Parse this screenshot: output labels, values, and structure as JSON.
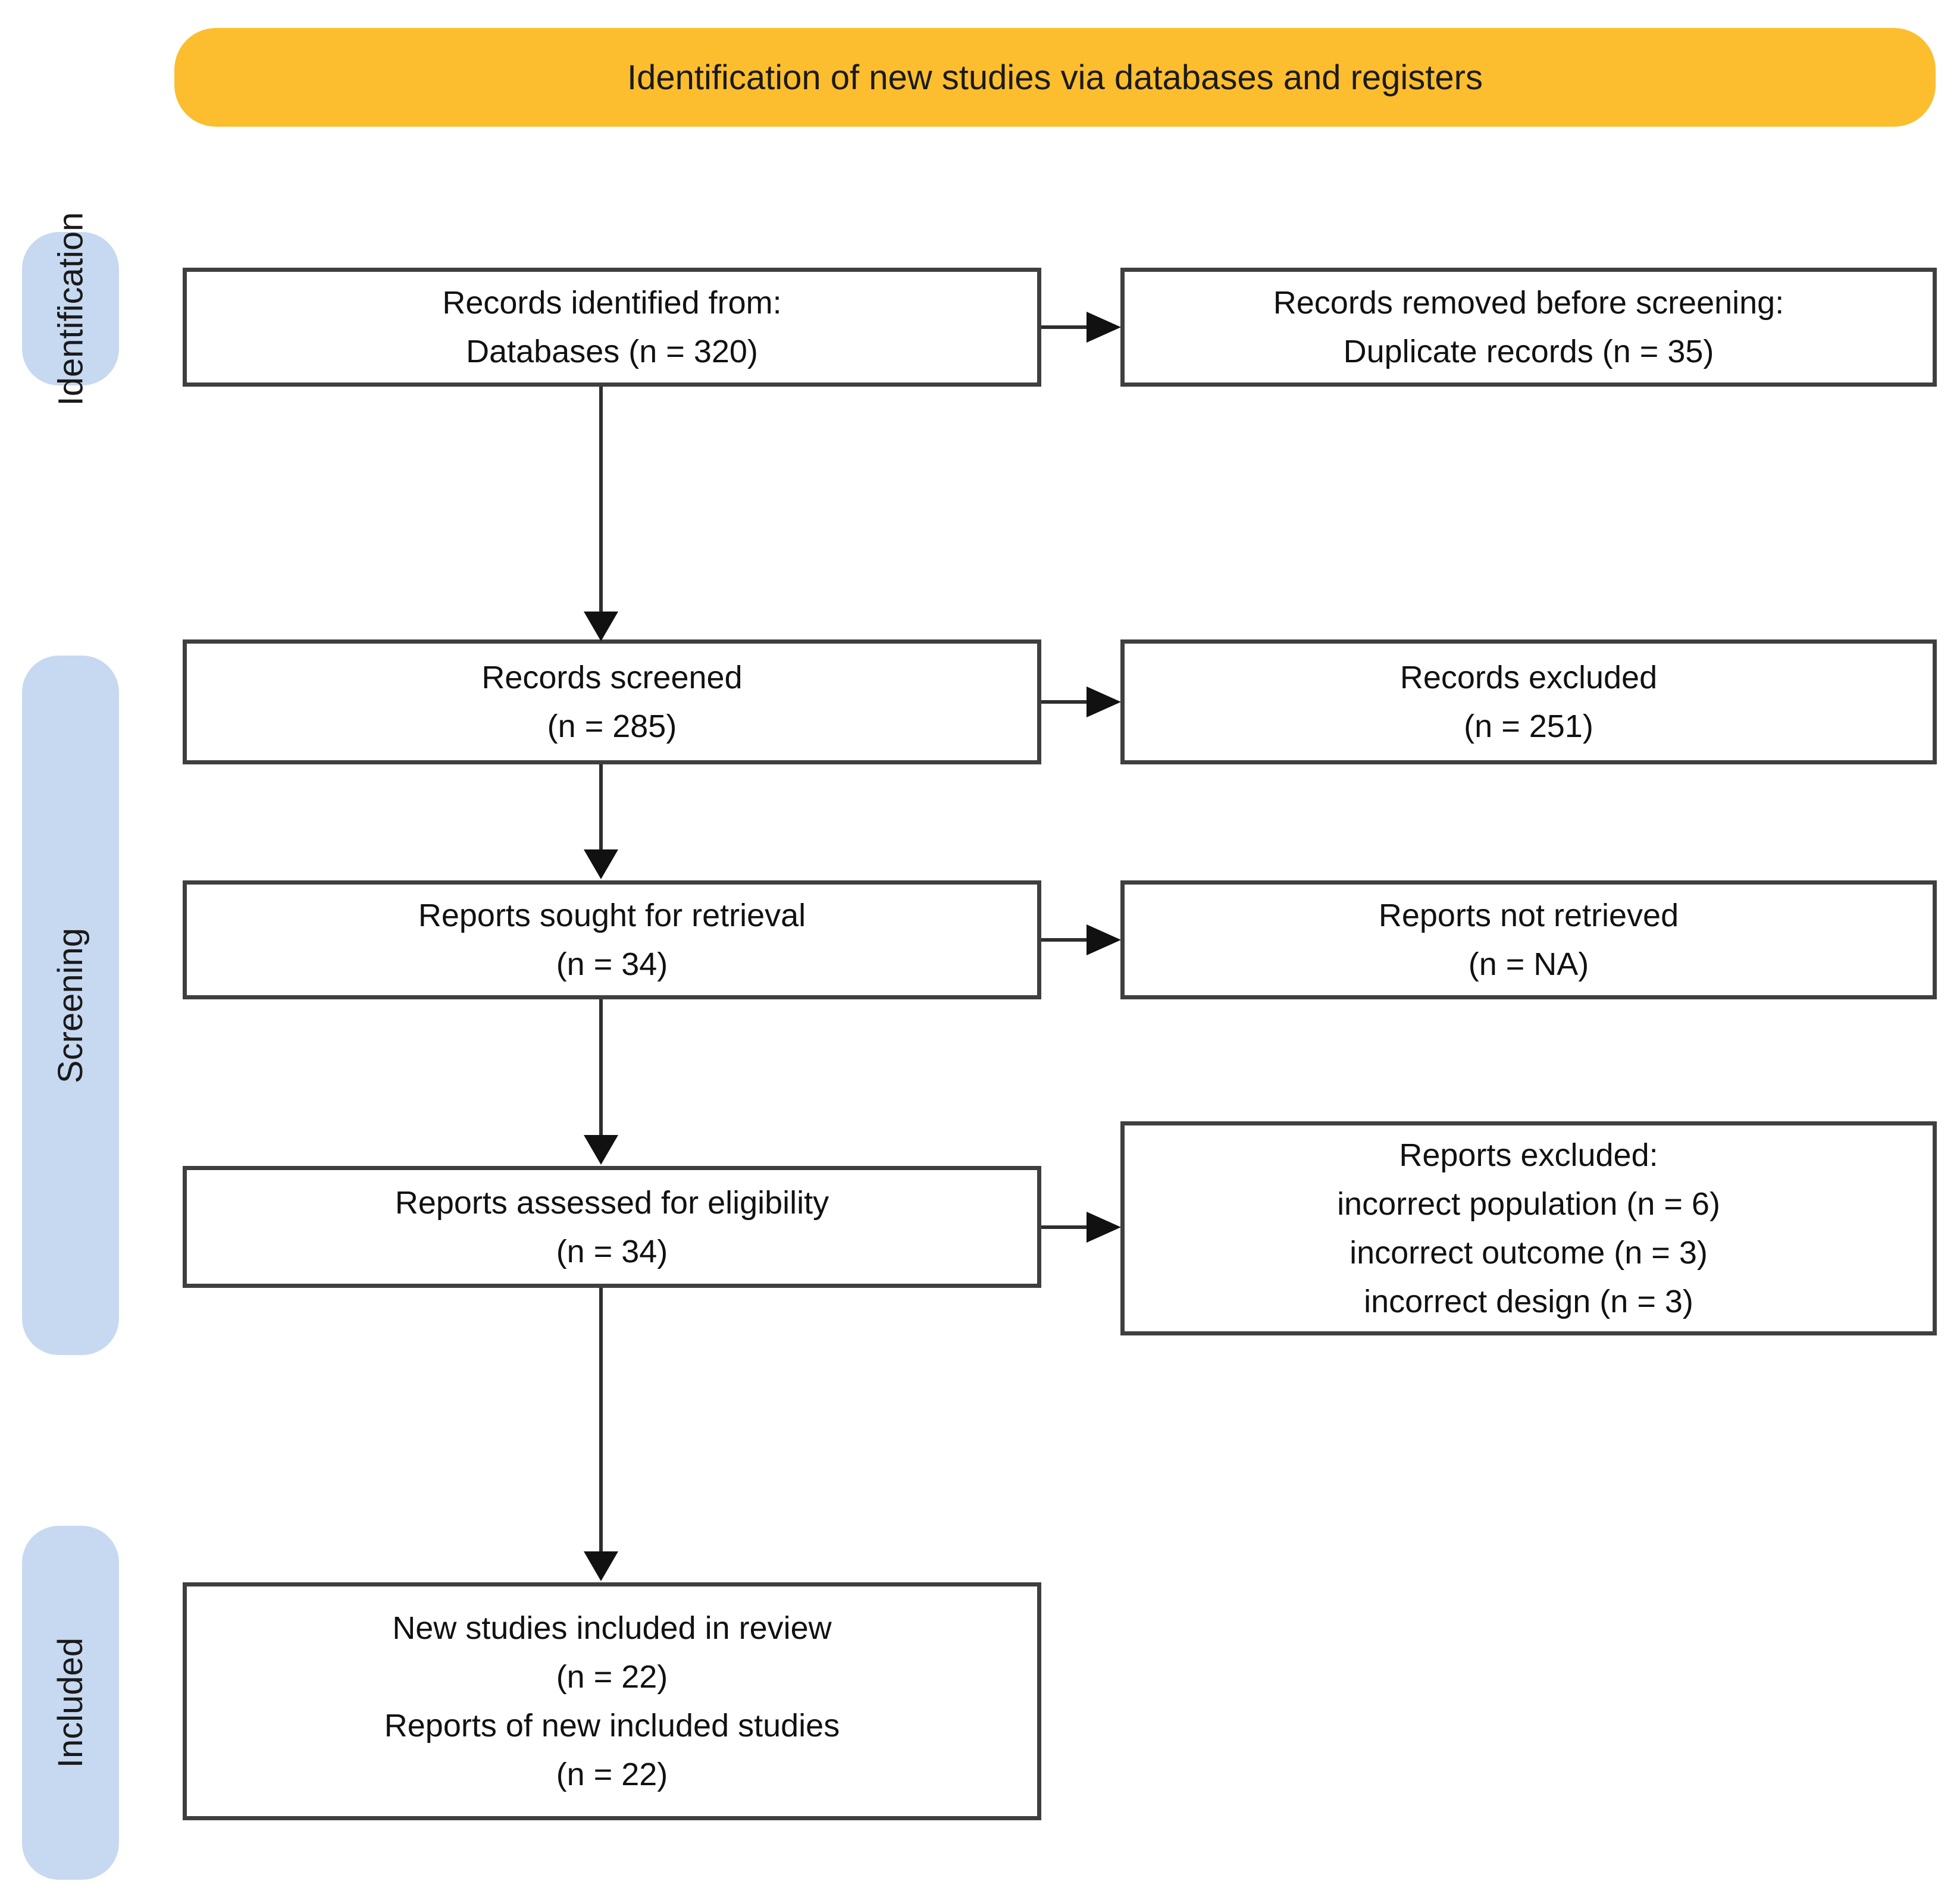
{
  "banner": {
    "title": "Identification of new studies via databases and registers"
  },
  "stages": {
    "identification": "Identification",
    "screening": "Screening",
    "included": "Included"
  },
  "boxes": {
    "records_identified": {
      "lines": [
        "Records identified from:",
        "Databases (n = 320)"
      ]
    },
    "records_removed": {
      "lines": [
        "Records removed before screening:",
        "Duplicate records (n = 35)"
      ]
    },
    "records_screened": {
      "lines": [
        "Records screened",
        "(n = 285)"
      ]
    },
    "records_excluded": {
      "lines": [
        "Records excluded",
        "(n = 251)"
      ]
    },
    "reports_sought": {
      "lines": [
        "Reports sought for retrieval",
        "(n = 34)"
      ]
    },
    "reports_not_retrieved": {
      "lines": [
        "Reports not retrieved",
        "(n = NA)"
      ]
    },
    "reports_assessed": {
      "lines": [
        "Reports assessed for eligibility",
        "(n = 34)"
      ]
    },
    "reports_excluded": {
      "lines": [
        "Reports excluded:",
        "incorrect population (n = 6)",
        "incorrect outcome (n = 3)",
        "incorrect design (n = 3)"
      ]
    },
    "new_studies_included": {
      "lines": [
        "New studies included in review",
        "(n = 22)",
        "Reports of new included studies",
        "(n = 22)"
      ]
    }
  },
  "colors": {
    "banner_bg": "#FCBE2E",
    "stage_pill_bg": "#C7D9F1",
    "box_border": "#3F3F3F",
    "arrow": "#111111",
    "text": "#111111"
  }
}
